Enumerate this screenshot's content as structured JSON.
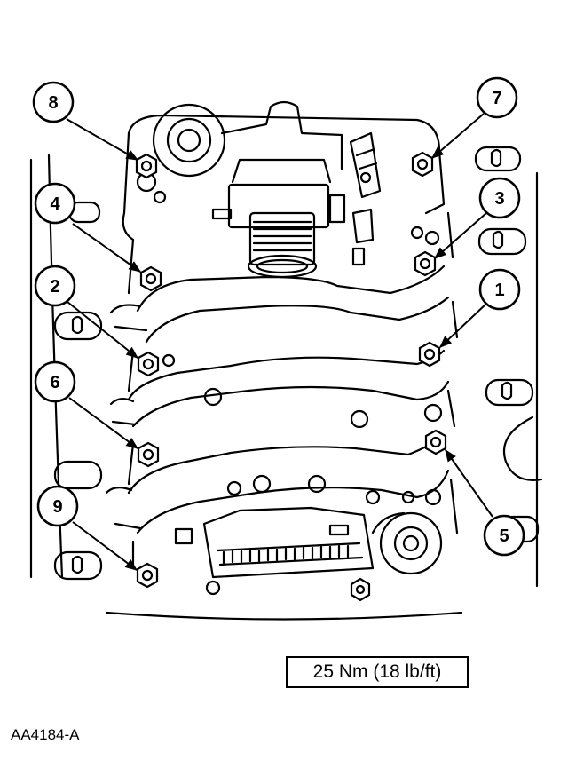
{
  "callouts": [
    {
      "label": "8"
    },
    {
      "label": "7"
    },
    {
      "label": "4"
    },
    {
      "label": "3"
    },
    {
      "label": "2"
    },
    {
      "label": "1"
    },
    {
      "label": "6"
    },
    {
      "label": "9"
    },
    {
      "label": "5"
    }
  ],
  "torque_spec": "25 Nm (18 lb/ft)",
  "figure_id": "AA4184-A"
}
